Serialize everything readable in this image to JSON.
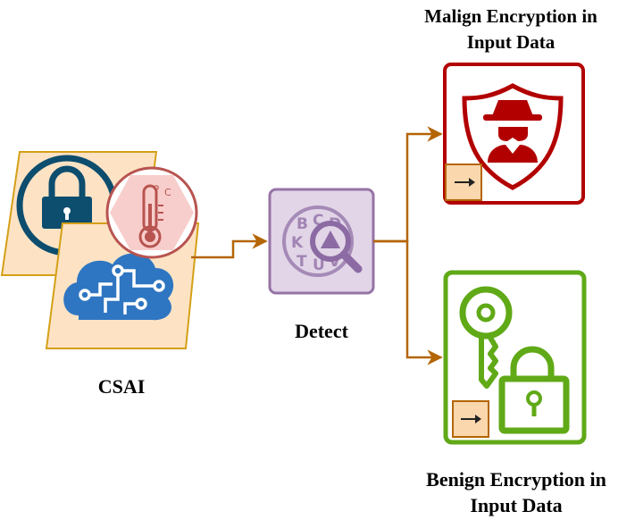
{
  "nodes": {
    "source": {
      "label": "CSAI"
    },
    "detect": {
      "label": "Detect"
    },
    "malign": {
      "label_line1": "Malign Encryption in",
      "label_line2": "Input Data"
    },
    "benign": {
      "label_line1": "Benign Encryption in",
      "label_line2": "Input Data"
    }
  },
  "colors": {
    "card_fill": "#fde3c4",
    "card_border": "#d4a017",
    "lock_navy": "#0d4d6e",
    "thermo_ring": "#b85450",
    "thermo_fill": "#f8cecc",
    "cloud_blue": "#2f76c2",
    "detect_fill": "#e1d5e7",
    "detect_border": "#9673a6",
    "detect_icon": "#8c6aa3",
    "malign_red": "#b20000",
    "benign_green": "#60a917",
    "arrow": "#b46504"
  },
  "icons": [
    "padlock-icon",
    "thermometer-icon",
    "cloud-circuit-icon",
    "search-encryption-icon",
    "spy-shield-icon",
    "key-icon",
    "padlock-green-icon",
    "arrow-badge-icon"
  ]
}
